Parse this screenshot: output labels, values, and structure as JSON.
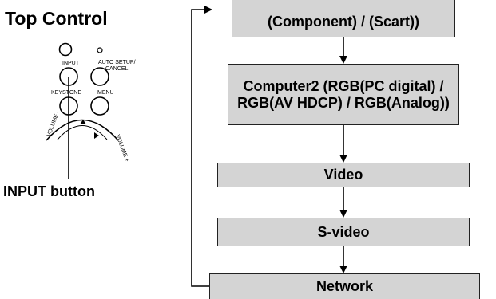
{
  "control_panel": {
    "title": "Top Control",
    "button_caption": "INPUT button",
    "labels": {
      "input": "INPUT",
      "auto_setup": "AUTO SETUP/",
      "cancel": "CANCEL",
      "keystone": "KEYSTONE",
      "menu": "MENU",
      "volume_left": "VOLUME -",
      "volume_right": "VOLUME +"
    }
  },
  "flow": {
    "boxes": [
      "(Component) / (Scart))",
      "Computer2 (RGB(PC digital) / RGB(AV HDCP) / RGB(Analog))",
      "Video",
      "S-video",
      "Network"
    ]
  }
}
